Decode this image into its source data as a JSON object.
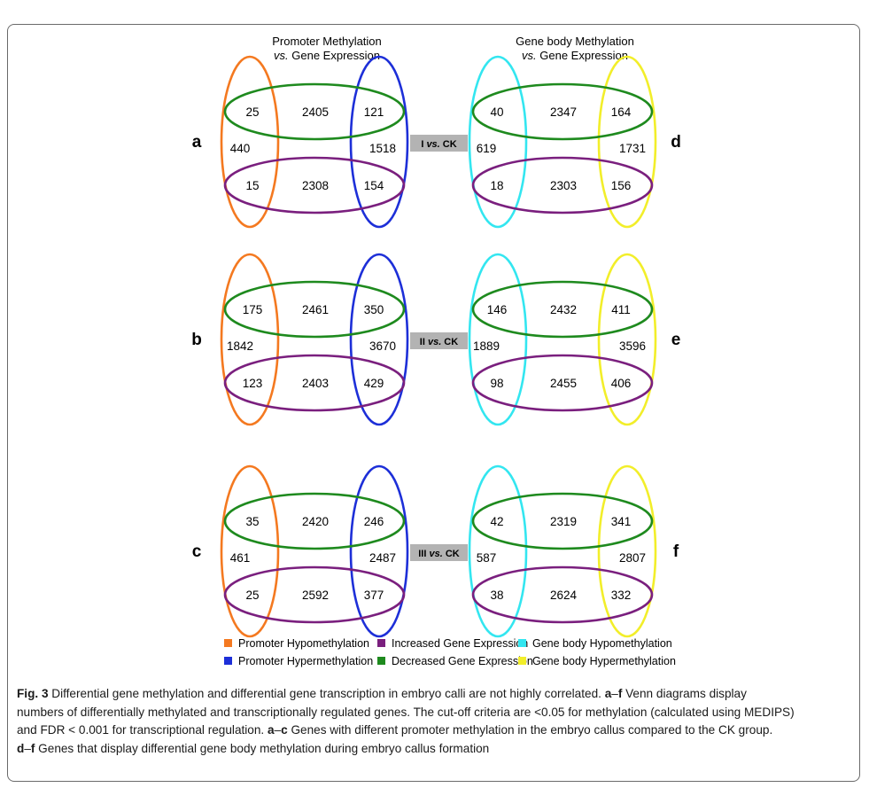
{
  "headers": {
    "promoter_line1": "Promoter Methylation",
    "promoter_vs": "vs.",
    "promoter_line2": "Gene Expression",
    "genebody_line1": "Gene body Methylation",
    "genebody_vs": "vs.",
    "genebody_line2": "Gene Expression"
  },
  "comparisons": [
    {
      "label_prefix": "I ",
      "label_vs": "vs.",
      "label_suffix": " CK",
      "promoter": {
        "panel": "a",
        "hypo_up": "25",
        "dec": "2405",
        "hyper_up": "121",
        "hypo_only": "440",
        "hyper_only": "1518",
        "hypo_low": "15",
        "inc": "2308",
        "hyper_low": "154"
      },
      "genebody": {
        "panel": "d",
        "hypo_up": "40",
        "dec": "2347",
        "hyper_up": "164",
        "hypo_only": "619",
        "hyper_only": "1731",
        "hypo_low": "18",
        "inc": "2303",
        "hyper_low": "156"
      }
    },
    {
      "label_prefix": "II ",
      "label_vs": "vs.",
      "label_suffix": " CK",
      "promoter": {
        "panel": "b",
        "hypo_up": "175",
        "dec": "2461",
        "hyper_up": "350",
        "hypo_only": "1842",
        "hyper_only": "3670",
        "hypo_low": "123",
        "inc": "2403",
        "hyper_low": "429"
      },
      "genebody": {
        "panel": "e",
        "hypo_up": "146",
        "dec": "2432",
        "hyper_up": "411",
        "hypo_only": "1889",
        "hyper_only": "3596",
        "hypo_low": "98",
        "inc": "2455",
        "hyper_low": "406"
      }
    },
    {
      "label_prefix": "III ",
      "label_vs": "vs.",
      "label_suffix": " CK",
      "promoter": {
        "panel": "c",
        "hypo_up": "35",
        "dec": "2420",
        "hyper_up": "246",
        "hypo_only": "461",
        "hyper_only": "2487",
        "hypo_low": "25",
        "inc": "2592",
        "hyper_low": "377"
      },
      "genebody": {
        "panel": "f",
        "hypo_up": "42",
        "dec": "2319",
        "hyper_up": "341",
        "hypo_only": "587",
        "hyper_only": "2807",
        "hypo_low": "38",
        "inc": "2624",
        "hyper_low": "332"
      }
    }
  ],
  "colors": {
    "promoter_hypo": "#f47920",
    "promoter_hyper": "#1d2fd8",
    "increased": "#7a1f7e",
    "decreased": "#1e8a1e",
    "genebody_hypo": "#33e6f0",
    "genebody_hyper": "#f2ee2a",
    "label_box": "#b3b3b3"
  },
  "legend": [
    {
      "color": "#f47920",
      "label": "Promoter Hypomethylation"
    },
    {
      "color": "#7a1f7e",
      "label": "Increased Gene Expression"
    },
    {
      "color": "#33e6f0",
      "label": "Gene body Hypomethylation"
    },
    {
      "color": "#1d2fd8",
      "label": "Promoter Hypermethylation"
    },
    {
      "color": "#1e8a1e",
      "label": "Decreased Gene Expression"
    },
    {
      "color": "#f2ee2a",
      "label": "Gene body Hypermethylation"
    }
  ],
  "caption": {
    "fig_label": "Fig. 3",
    "sentence1": " Differential gene methylation and differential gene transcription in embryo calli are not highly correlated. ",
    "range1_a": "a",
    "range1_dash": "–",
    "range1_b": "f",
    "sentence2a": " Venn diagrams display",
    "line2": "numbers of differentially methylated and transcriptionally regulated genes. The cut-off criteria are <0.05 for methylation (calculated using MEDIPS)",
    "line3": "and FDR < 0.001 for transcriptional regulation. ",
    "range2_a": "a",
    "range2_dash": "–",
    "range2_b": "c",
    "sentence3": " Genes with different promoter methylation in the embryo callus compared to the CK group.",
    "range3_a": "d",
    "range3_dash": "–",
    "range3_b": "f",
    "sentence4": " Genes that display differential gene body methylation during embryo callus formation"
  }
}
